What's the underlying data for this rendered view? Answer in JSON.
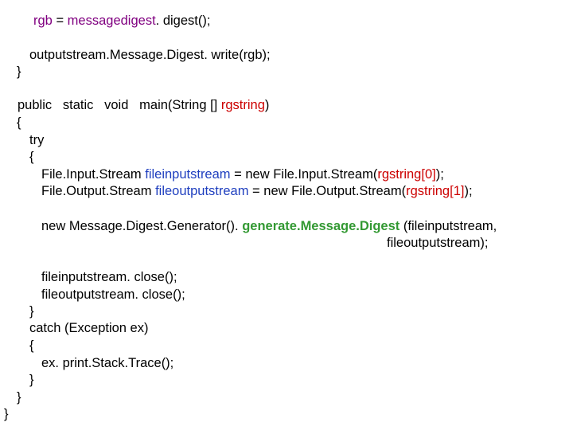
{
  "colors": {
    "text": "#000000",
    "identifier": "#800080",
    "variable": "#1f3fbf",
    "argument": "#cc0000",
    "method": "#339933",
    "background": "#ffffff"
  },
  "code": {
    "digest_line": {
      "var": "rgb",
      "op": " = ",
      "obj": "messagedigest",
      "call": ". digest();"
    },
    "write_line": "outputstream.Message.Digest. write(rgb);",
    "close_brace_1": "}",
    "main_sig": {
      "prefix": "public   static   void   main(String [] ",
      "param": "rgstring",
      "suffix": ")"
    },
    "open_brace_main": "{",
    "try_kw": "try",
    "open_brace_try": "{",
    "fis_line": {
      "type": "File.Input.Stream ",
      "var": "fileinputstream",
      "mid": " = new File.Input.Stream(",
      "arg": "rgstring[",
      "idx": "0",
      "argclose": "]",
      "end": ");"
    },
    "fos_line": {
      "type": "File.Output.Stream ",
      "var": "fileoutputstream",
      "mid": " = new File.Output.Stream(",
      "arg": "rgstring[",
      "idx": "1",
      "argclose": "]",
      "end": ");"
    },
    "generate_line": {
      "prefix": "new Message.Digest.Generator(). ",
      "method": "generate.Message.Digest",
      "suffix": " (fileinputstream,"
    },
    "generate_cont": "fileoutputstream);",
    "fis_close": "fileinputstream. close();",
    "fos_close": "fileoutputstream. close();",
    "close_brace_try": "}",
    "catch_line": "catch (Exception ex)",
    "open_brace_catch": "{",
    "print_trace": "ex. print.Stack.Trace();",
    "close_brace_catch": "}",
    "close_brace_main": "}",
    "close_brace_class": "}"
  }
}
